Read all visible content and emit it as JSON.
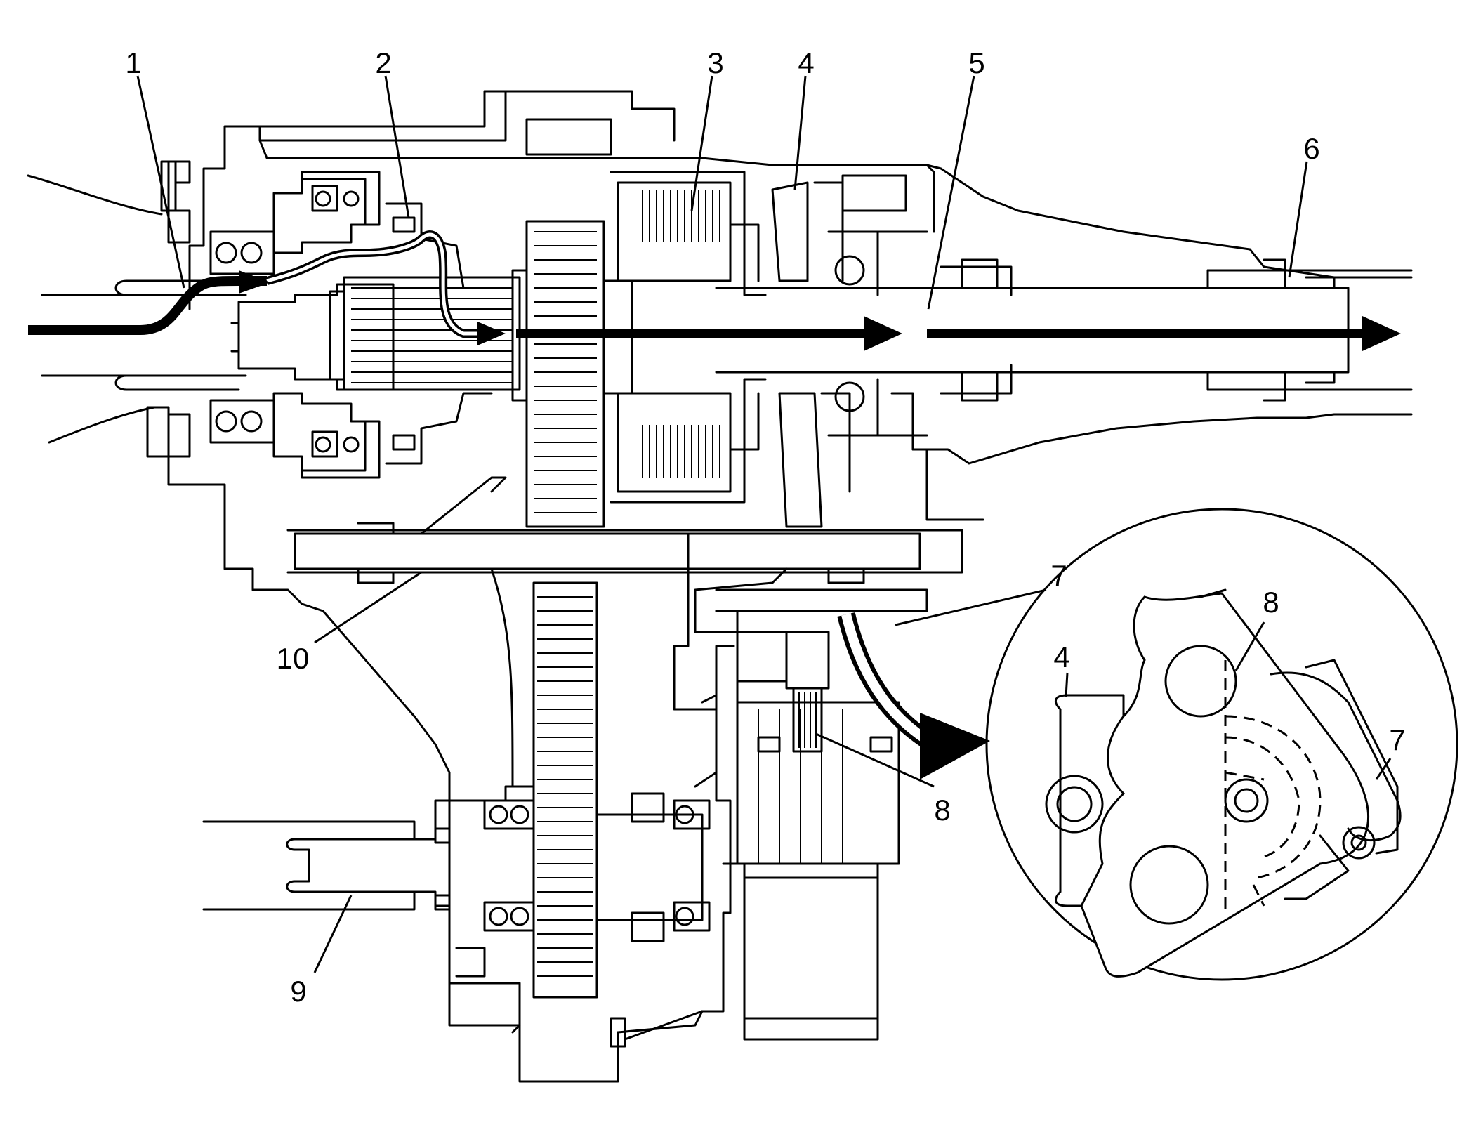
{
  "callouts": {
    "c1": "1",
    "c2": "2",
    "c3": "3",
    "c4": "4",
    "c5": "5",
    "c6": "6",
    "c7": "7",
    "c8": "8",
    "c9": "9",
    "c10": "10"
  },
  "detail_callouts": {
    "c4": "4",
    "c7": "7",
    "c8": "8"
  }
}
